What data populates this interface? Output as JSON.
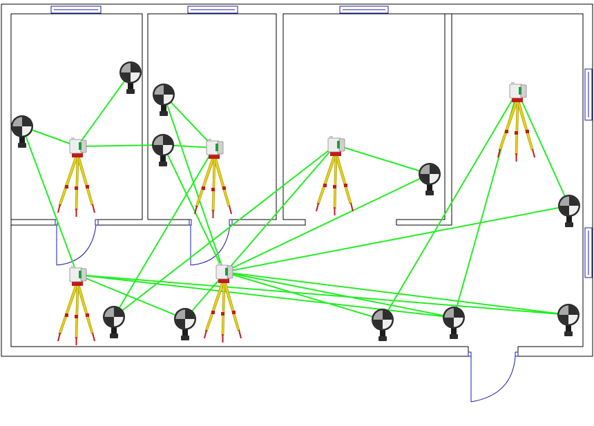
{
  "floorplan": {
    "wall_color": "#000000",
    "door_color": "#1a1aa8",
    "window_color": "#1a1aa8"
  },
  "network": {
    "line_color": "#22ee22",
    "scanner_icon": "laser-scanner-on-tripod",
    "target_icon": "black-white-checkerboard-target",
    "links": [
      [
        "S1",
        "T1"
      ],
      [
        "S1",
        "T2"
      ],
      [
        "S1",
        "T4"
      ],
      [
        "S2",
        "T3"
      ],
      [
        "S2",
        "T4"
      ],
      [
        "S2",
        "T7"
      ],
      [
        "S3",
        "T5"
      ],
      [
        "S3",
        "T7"
      ],
      [
        "S3",
        "T8"
      ],
      [
        "S4",
        "T6"
      ],
      [
        "S4",
        "T9"
      ],
      [
        "S4",
        "T10"
      ],
      [
        "S5",
        "T2"
      ],
      [
        "S5",
        "T8"
      ],
      [
        "S5",
        "T10"
      ],
      [
        "S5",
        "T11"
      ],
      [
        "S6",
        "T5"
      ],
      [
        "S6",
        "T3"
      ],
      [
        "S6",
        "T9"
      ],
      [
        "S6",
        "T6"
      ],
      [
        "S6",
        "T11"
      ],
      [
        "S6",
        "T10"
      ],
      [
        "S6",
        "T4"
      ]
    ]
  }
}
